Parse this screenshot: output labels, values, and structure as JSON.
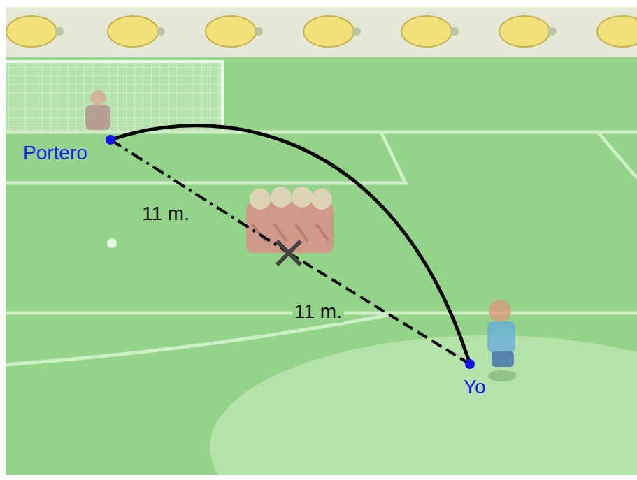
{
  "diagram": {
    "labels": [
      "Portero",
      "11 m.",
      "11 m.",
      "Yo"
    ]
  }
}
